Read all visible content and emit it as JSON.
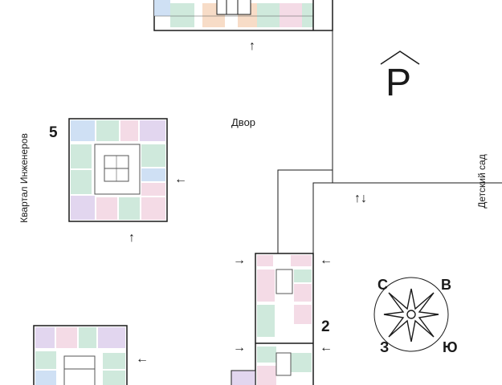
{
  "labels": {
    "courtyard": "Двор",
    "street": "Квартал Инженеров",
    "kindergarten": "Детский сад",
    "parking": "P"
  },
  "buildings": [
    {
      "number": "5"
    },
    {
      "number": "2"
    }
  ],
  "compass": {
    "north": "С",
    "east": "В",
    "west": "З",
    "south": "Ю"
  },
  "arrows": {
    "up": "↑",
    "left": "←",
    "right": "→",
    "updown": "↑↓"
  },
  "colors": {
    "line": "#1a1a1a",
    "green": "#cfe9dc",
    "pink": "#f4dbe6",
    "blue": "#cfe0f4",
    "lilac": "#e2d6ef",
    "orange": "#f7dcc7",
    "wall": "#555555"
  },
  "icons": [
    "parking-roof-icon",
    "compass-star-icon"
  ]
}
